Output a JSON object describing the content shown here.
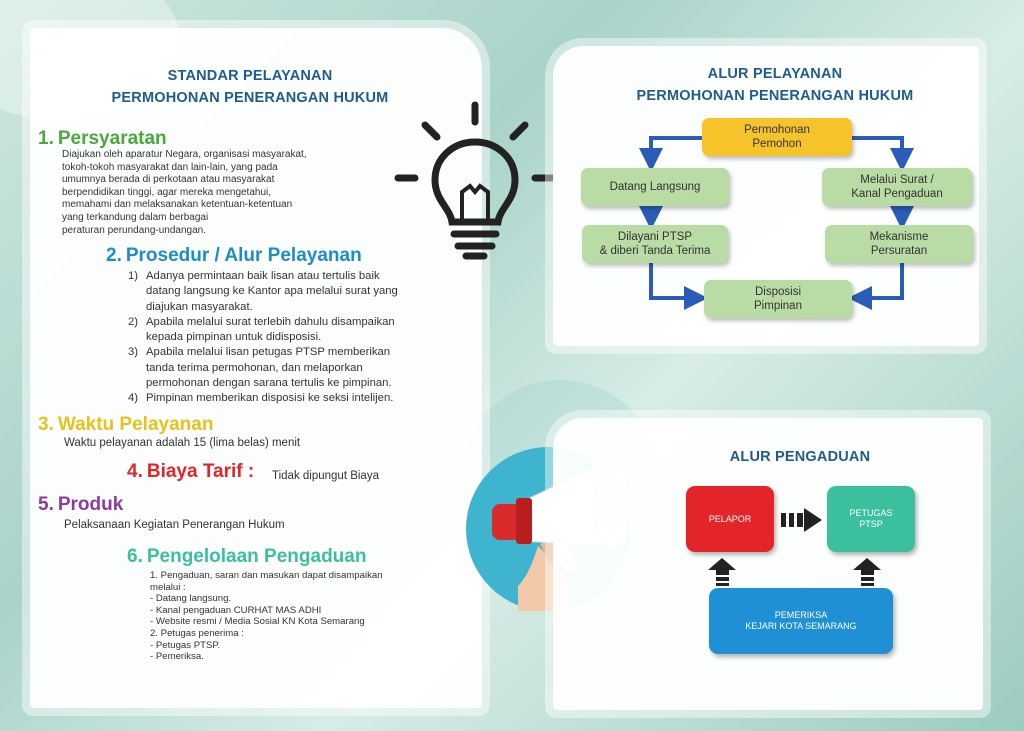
{
  "colors": {
    "accent_blue": "#1f5b8c",
    "flow_arrow": "#2b5db8",
    "green_box": "#b9dba4",
    "yellow_box": "#f6c42a",
    "red": "#e32428",
    "teal": "#3cbf9f",
    "blue_box": "#1f8fd6"
  },
  "left": {
    "title_line1": "STANDAR PELAYANAN",
    "title_line2": "PERMOHONAN PENERANGAN HUKUM",
    "s1": {
      "num": "1.",
      "heading": "Persyaratan",
      "color": "#4aa83c",
      "lines": [
        "Diajukan oleh aparatur Negara, organisasi masyarakat,",
        "tokoh-tokoh masyarakat dan lain-lain, yang pada",
        "umumnya berada di perkotaan atau masyarakat",
        "berpendidikan tinggi, agar mereka mengetahui,",
        "memahami dan melaksanakan ketentuan-ketentuan",
        "yang terkandung dalam berbagai",
        "peraturan perundang-undangan."
      ]
    },
    "s2": {
      "num": "2.",
      "heading": "Prosedur / Alur Pelayanan",
      "color": "#1b8dc8",
      "items": [
        {
          "n": "1)",
          "lines": [
            "Adanya permintaan baik lisan atau tertulis baik",
            "datang langsung ke Kantor apa melalui surat yang",
            "diajukan masyarakat."
          ]
        },
        {
          "n": "2)",
          "lines": [
            "Apabila melalui surat terlebih dahulu disampaikan",
            "kepada pimpinan untuk didisposisi."
          ]
        },
        {
          "n": "3)",
          "lines": [
            "Apabila melalui lisan petugas PTSP memberikan",
            "tanda terima permohonan, dan melaporkan",
            "permohonan dengan sarana tertulis ke pimpinan."
          ]
        },
        {
          "n": "4)",
          "lines": [
            "Pimpinan memberikan disposisi ke seksi intelijen."
          ]
        }
      ]
    },
    "s3": {
      "num": "3.",
      "heading": "Waktu Pelayanan",
      "color": "#e8c21c",
      "text": "Waktu pelayanan adalah 15 (lima belas) menit"
    },
    "s4": {
      "num": "4.",
      "heading": "Biaya Tarif :",
      "color": "#e32428",
      "text": "Tidak dipungut Biaya"
    },
    "s5": {
      "num": "5.",
      "heading": "Produk",
      "color": "#8e3b9c",
      "text": "Pelaksanaan Kegiatan Penerangan Hukum"
    },
    "s6": {
      "num": "6.",
      "heading": "Pengelolaan Pengaduan",
      "color": "#3cbf9f",
      "lines": [
        "1. Pengaduan, saran dan masukan dapat disampaikan",
        "    melalui :",
        "    - Datang langsung.",
        "    - Kanal pengaduan CURHAT MAS ADHI",
        "    - Website resmi / Media Sosial KN Kota Semarang",
        "2. Petugas penerima :",
        "    - Petugas PTSP.",
        "    - Pemeriksa."
      ]
    }
  },
  "flow": {
    "title_line1": "ALUR PELAYANAN",
    "title_line2": "PERMOHONAN PENERANGAN HUKUM",
    "permohonan": "Permohonan\nPemohon",
    "datang": "Datang Langsung",
    "surat": "Melalui Surat /\nKanal Pengaduan",
    "dilayani": "Dilayani PTSP\n& diberi Tanda Terima",
    "mekanisme": "Mekanisme\nPersuratan",
    "disposisi": "Disposisi\nPimpinan"
  },
  "complaint": {
    "title": "ALUR PENGADUAN",
    "pelapor": "PELAPOR",
    "petugas": "PETUGAS\nPTSP",
    "pemeriksa": "PEMERIKSA\nKEJARI KOTA SEMARANG"
  }
}
